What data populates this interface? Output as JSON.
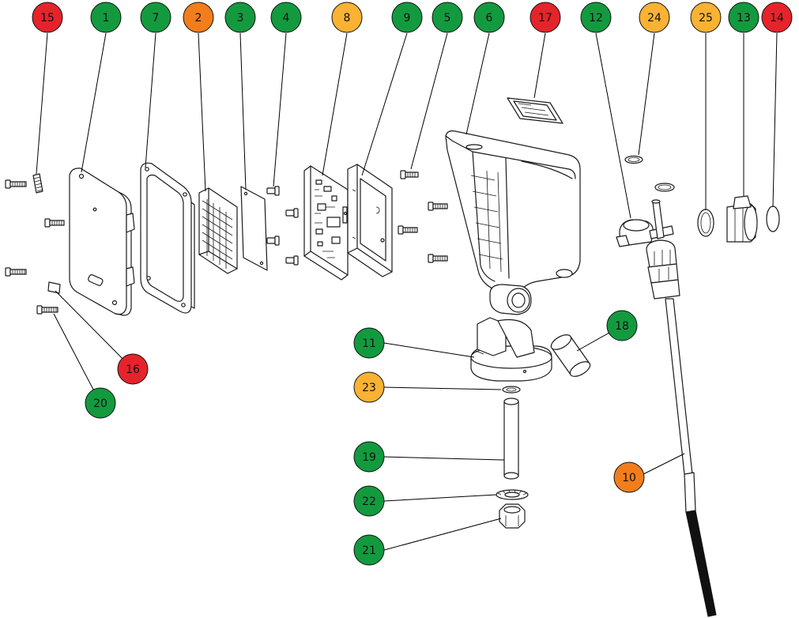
{
  "colors": {
    "green": "#139a3f",
    "orange": "#f27d1c",
    "yellow": "#f9b233",
    "red": "#e5232b",
    "line": "#1a1a1a"
  },
  "callouts": [
    {
      "id": "c15",
      "label": "15",
      "color": "red"
    },
    {
      "id": "c1",
      "label": "1",
      "color": "green"
    },
    {
      "id": "c7",
      "label": "7",
      "color": "green"
    },
    {
      "id": "c2",
      "label": "2",
      "color": "orange"
    },
    {
      "id": "c3",
      "label": "3",
      "color": "green"
    },
    {
      "id": "c4",
      "label": "4",
      "color": "green"
    },
    {
      "id": "c8",
      "label": "8",
      "color": "yellow"
    },
    {
      "id": "c9",
      "label": "9",
      "color": "green"
    },
    {
      "id": "c5",
      "label": "5",
      "color": "green"
    },
    {
      "id": "c6",
      "label": "6",
      "color": "green"
    },
    {
      "id": "c17",
      "label": "17",
      "color": "red"
    },
    {
      "id": "c12",
      "label": "12",
      "color": "green"
    },
    {
      "id": "c24",
      "label": "24",
      "color": "yellow"
    },
    {
      "id": "c25",
      "label": "25",
      "color": "yellow"
    },
    {
      "id": "c13",
      "label": "13",
      "color": "green"
    },
    {
      "id": "c14",
      "label": "14",
      "color": "red"
    },
    {
      "id": "c16",
      "label": "16",
      "color": "red"
    },
    {
      "id": "c20",
      "label": "20",
      "color": "green"
    },
    {
      "id": "c11",
      "label": "11",
      "color": "green"
    },
    {
      "id": "c18",
      "label": "18",
      "color": "green"
    },
    {
      "id": "c23",
      "label": "23",
      "color": "yellow"
    },
    {
      "id": "c19",
      "label": "19",
      "color": "green"
    },
    {
      "id": "c22",
      "label": "22",
      "color": "green"
    },
    {
      "id": "c21",
      "label": "21",
      "color": "green"
    },
    {
      "id": "c10",
      "label": "10",
      "color": "orange"
    }
  ]
}
